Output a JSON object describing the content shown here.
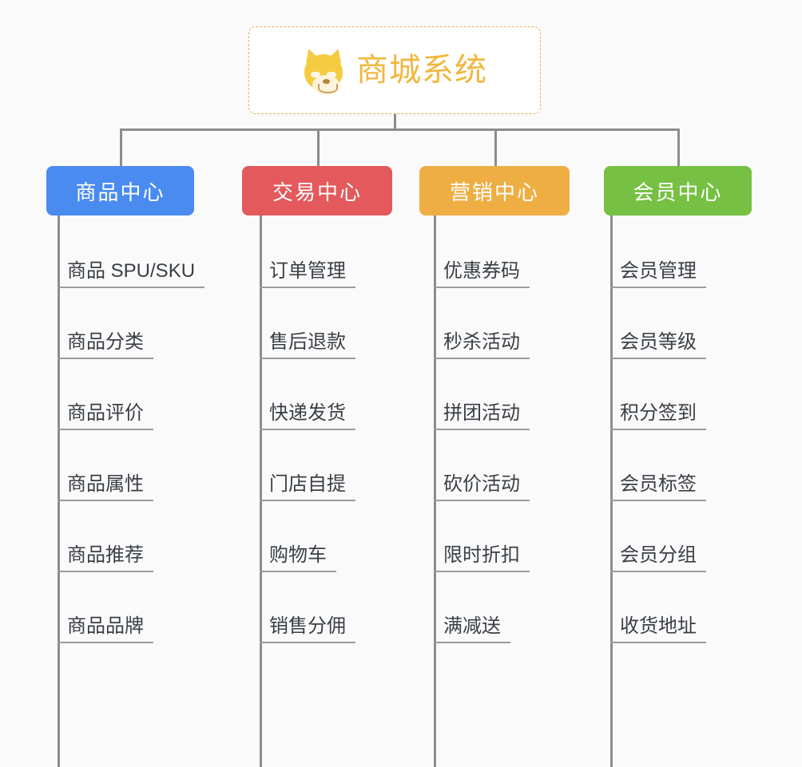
{
  "page": {
    "background_color": "#fafafa",
    "type": "mindmap"
  },
  "root": {
    "title": "商城系统",
    "icon": "shiba-dog-emoji",
    "accent_color": "#f0b73f",
    "border_style": "dashed"
  },
  "branches": [
    {
      "label": "商品中心",
      "color": "#4a8bf0",
      "items": [
        "商品 SPU/SKU",
        "商品分类",
        "商品评价",
        "商品属性",
        "商品推荐",
        "商品品牌"
      ]
    },
    {
      "label": "交易中心",
      "color": "#e3595c",
      "items": [
        "订单管理",
        "售后退款",
        "快递发货",
        "门店自提",
        "购物车",
        "销售分佣"
      ]
    },
    {
      "label": "营销中心",
      "color": "#eeae43",
      "items": [
        "优惠券码",
        "秒杀活动",
        "拼团活动",
        "砍价活动",
        "限时折扣",
        "满减送"
      ]
    },
    {
      "label": "会员中心",
      "color": "#76c043",
      "items": [
        "会员管理",
        "会员等级",
        "积分签到",
        "会员标签",
        "会员分组",
        "收货地址"
      ]
    }
  ],
  "connector_color": "#8c8c8c",
  "leaf_text_color": "#3a3f45",
  "leaf_underline_color": "#9b9b9b"
}
